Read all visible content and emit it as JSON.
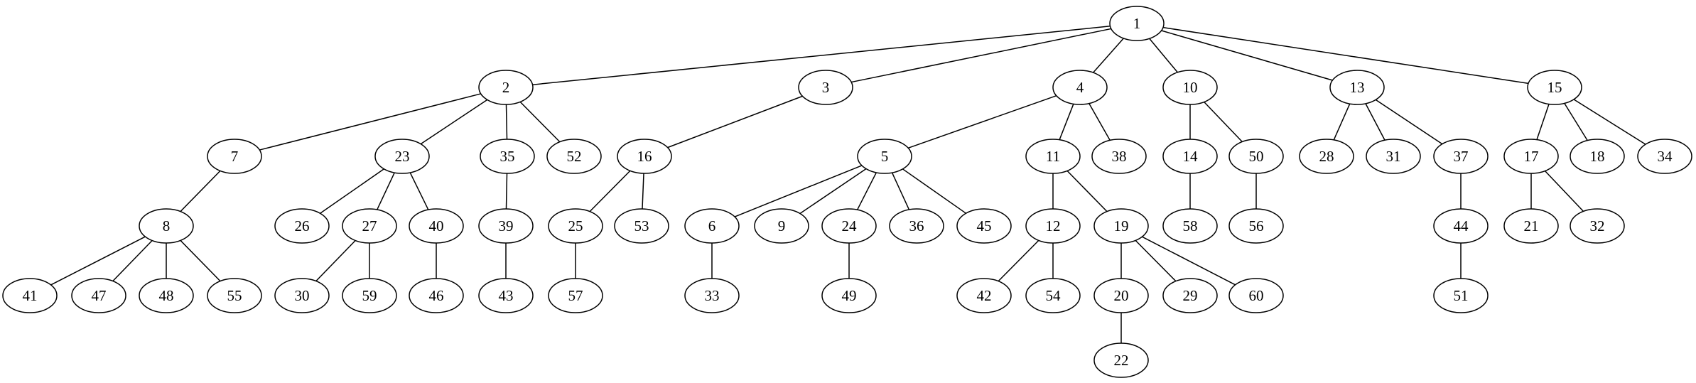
{
  "graph": {
    "nodes": [
      "1",
      "2",
      "3",
      "4",
      "5",
      "6",
      "7",
      "8",
      "9",
      "10",
      "11",
      "12",
      "13",
      "14",
      "15",
      "16",
      "17",
      "18",
      "19",
      "20",
      "21",
      "22",
      "23",
      "24",
      "25",
      "26",
      "27",
      "28",
      "29",
      "30",
      "31",
      "32",
      "33",
      "34",
      "35",
      "36",
      "37",
      "38",
      "39",
      "40",
      "41",
      "42",
      "43",
      "44",
      "45",
      "46",
      "47",
      "48",
      "49",
      "50",
      "51",
      "52",
      "53",
      "54",
      "55",
      "56",
      "57",
      "58",
      "59",
      "60"
    ],
    "edges": [
      [
        "1",
        "2"
      ],
      [
        "1",
        "3"
      ],
      [
        "1",
        "4"
      ],
      [
        "1",
        "10"
      ],
      [
        "1",
        "13"
      ],
      [
        "1",
        "15"
      ],
      [
        "2",
        "7"
      ],
      [
        "2",
        "23"
      ],
      [
        "2",
        "35"
      ],
      [
        "2",
        "52"
      ],
      [
        "3",
        "16"
      ],
      [
        "4",
        "5"
      ],
      [
        "4",
        "11"
      ],
      [
        "4",
        "38"
      ],
      [
        "10",
        "14"
      ],
      [
        "10",
        "50"
      ],
      [
        "13",
        "28"
      ],
      [
        "13",
        "31"
      ],
      [
        "13",
        "37"
      ],
      [
        "15",
        "17"
      ],
      [
        "15",
        "18"
      ],
      [
        "15",
        "34"
      ],
      [
        "7",
        "8"
      ],
      [
        "23",
        "26"
      ],
      [
        "23",
        "27"
      ],
      [
        "23",
        "40"
      ],
      [
        "35",
        "39"
      ],
      [
        "16",
        "25"
      ],
      [
        "16",
        "53"
      ],
      [
        "5",
        "6"
      ],
      [
        "5",
        "9"
      ],
      [
        "5",
        "24"
      ],
      [
        "5",
        "36"
      ],
      [
        "5",
        "45"
      ],
      [
        "11",
        "12"
      ],
      [
        "11",
        "19"
      ],
      [
        "14",
        "58"
      ],
      [
        "50",
        "56"
      ],
      [
        "37",
        "44"
      ],
      [
        "17",
        "21"
      ],
      [
        "17",
        "32"
      ],
      [
        "8",
        "41"
      ],
      [
        "8",
        "47"
      ],
      [
        "8",
        "48"
      ],
      [
        "8",
        "55"
      ],
      [
        "27",
        "30"
      ],
      [
        "27",
        "59"
      ],
      [
        "40",
        "46"
      ],
      [
        "39",
        "43"
      ],
      [
        "25",
        "57"
      ],
      [
        "6",
        "33"
      ],
      [
        "24",
        "49"
      ],
      [
        "12",
        "42"
      ],
      [
        "12",
        "54"
      ],
      [
        "19",
        "20"
      ],
      [
        "19",
        "29"
      ],
      [
        "19",
        "60"
      ],
      [
        "44",
        "51"
      ],
      [
        "20",
        "22"
      ]
    ]
  }
}
